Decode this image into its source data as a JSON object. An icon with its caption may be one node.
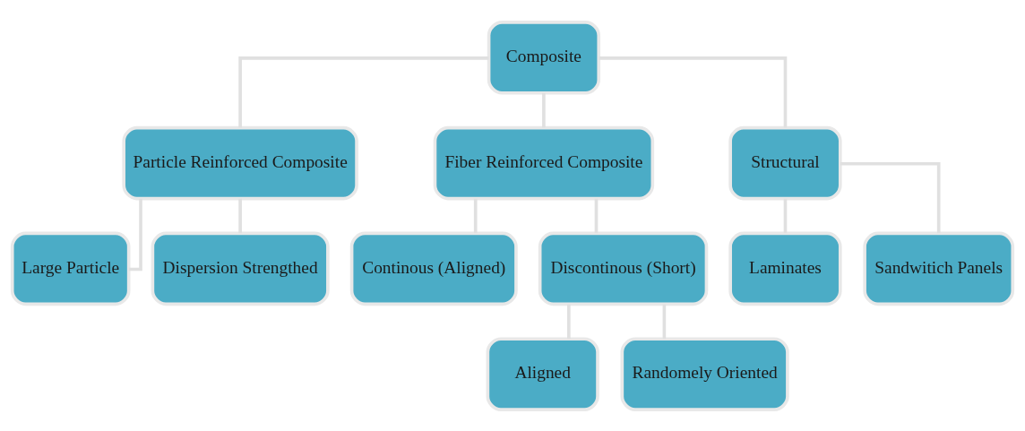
{
  "diagram": {
    "nodes": [
      {
        "text": [
          "Composite"
        ]
      },
      {
        "text": [
          "Particle Reinforced Composite"
        ]
      },
      {
        "text": [
          "Fiber Reinforced Composite"
        ]
      },
      {
        "text": [
          "Structural"
        ]
      },
      {
        "text": [
          "Large Particle"
        ]
      },
      {
        "text": [
          "Dispersion Strengthed"
        ]
      },
      {
        "text": [
          "Continous (Aligned)"
        ]
      },
      {
        "text": [
          "Discontinous (Short)"
        ]
      },
      {
        "text": [
          "Aligned"
        ]
      },
      {
        "text": [
          "Randomely Oriented"
        ]
      },
      {
        "text": [
          "Laminates"
        ]
      },
      {
        "text": [
          "Sandwitich Panels"
        ]
      }
    ],
    "edges": [
      {
        "from": 0,
        "to": 1,
        "arrow": "none"
      },
      {
        "from": 0,
        "to": 2,
        "arrow": "none"
      },
      {
        "from": 0,
        "to": 3,
        "arrow": "none"
      },
      {
        "from": 1,
        "to": 4,
        "arrow": "none"
      },
      {
        "from": 1,
        "to": 5,
        "arrow": "none"
      },
      {
        "from": 2,
        "to": 6,
        "arrow": "none"
      },
      {
        "from": 2,
        "to": 7,
        "arrow": "none"
      },
      {
        "from": 7,
        "to": 8,
        "arrow": "none"
      },
      {
        "from": 7,
        "to": 9,
        "arrow": "none"
      },
      {
        "from": 3,
        "to": 10,
        "arrow": "none"
      },
      {
        "from": 3,
        "to": 11,
        "arrow": "none"
      }
    ]
  }
}
